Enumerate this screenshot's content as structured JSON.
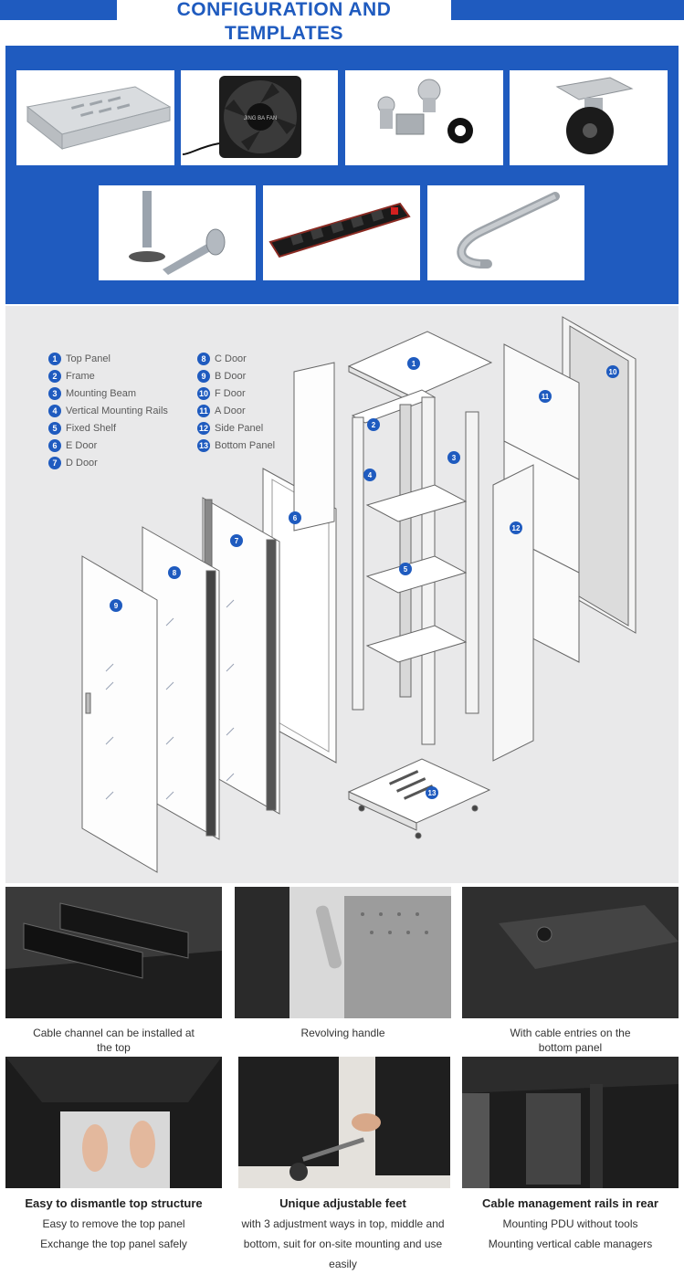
{
  "header": {
    "title": "CONFIGURATION AND TEMPLATES"
  },
  "accessories": [
    {
      "name": "fixed-shelf"
    },
    {
      "name": "cooling-fan",
      "label": "JING BA FAN"
    },
    {
      "name": "cage-nut-screw-set"
    },
    {
      "name": "caster-wheel"
    },
    {
      "name": "leveling-foot"
    },
    {
      "name": "pdu-power-strip"
    },
    {
      "name": "cable-bracket"
    }
  ],
  "legend": [
    {
      "no": "1",
      "label": "Top Panel"
    },
    {
      "no": "2",
      "label": "Frame"
    },
    {
      "no": "3",
      "label": "Mounting Beam"
    },
    {
      "no": "4",
      "label": "Vertical Mounting Rails"
    },
    {
      "no": "5",
      "label": "Fixed Shelf"
    },
    {
      "no": "6",
      "label": "E Door"
    },
    {
      "no": "7",
      "label": "D Door"
    },
    {
      "no": "8",
      "label": "C Door"
    },
    {
      "no": "9",
      "label": "B Door"
    },
    {
      "no": "10",
      "label": "F Door"
    },
    {
      "no": "11",
      "label": "A Door"
    },
    {
      "no": "12",
      "label": "Side Panel"
    },
    {
      "no": "13",
      "label": "Bottom Panel"
    }
  ],
  "features_top": [
    {
      "caption_line1": "Cable channel can be installed at",
      "caption_line2": "the top"
    },
    {
      "caption_line1": "Revolving handle",
      "caption_line2": ""
    },
    {
      "caption_line1": "With cable entries on the",
      "caption_line2": "bottom panel"
    }
  ],
  "features_bottom": [
    {
      "title": "Easy to dismantle top structure",
      "lines": [
        "Easy to remove the top panel",
        "Exchange the top panel safely"
      ]
    },
    {
      "title": "Unique adjustable feet",
      "lines": [
        "with 3 adjustment ways in top, middle and",
        "bottom, suit for on-site mounting and use",
        "easily"
      ]
    },
    {
      "title": "Cable management rails in rear",
      "lines": [
        "Mounting PDU without tools",
        "Mounting vertical cable managers"
      ]
    }
  ],
  "colors": {
    "accent": "#1f5bbf",
    "panel_gray": "#e9e9ea"
  }
}
